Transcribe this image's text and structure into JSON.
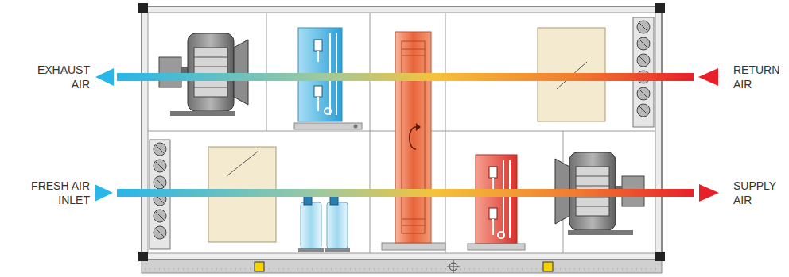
{
  "diagram": {
    "labels": [
      "EXHAUST AIR",
      "RETURN AIR",
      "FRESH AIR INLET",
      "SUPPLY AIR"
    ]
  }
}
